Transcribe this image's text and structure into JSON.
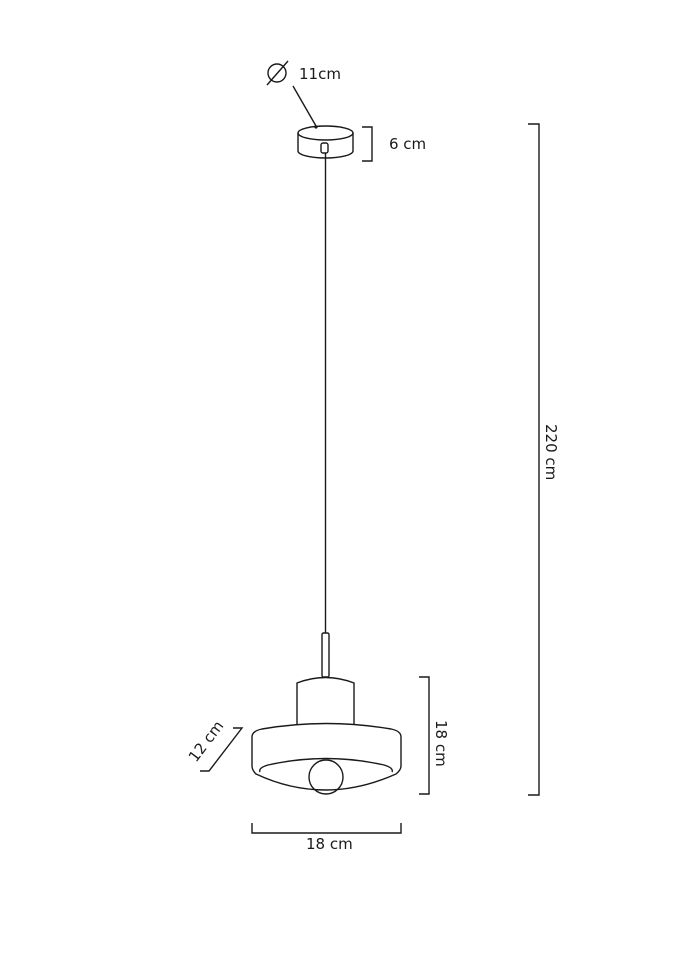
{
  "colors": {
    "line": "#1a1a1a",
    "background": "#ffffff"
  },
  "icons": {
    "diameter": "diameter-symbol-icon"
  },
  "dimensions": {
    "canopy_diameter": "11cm",
    "canopy_height": "6 cm",
    "total_height": "220 cm",
    "shade_height": "18 cm",
    "shade_depth": "12 cm",
    "shade_width": "18 cm"
  }
}
